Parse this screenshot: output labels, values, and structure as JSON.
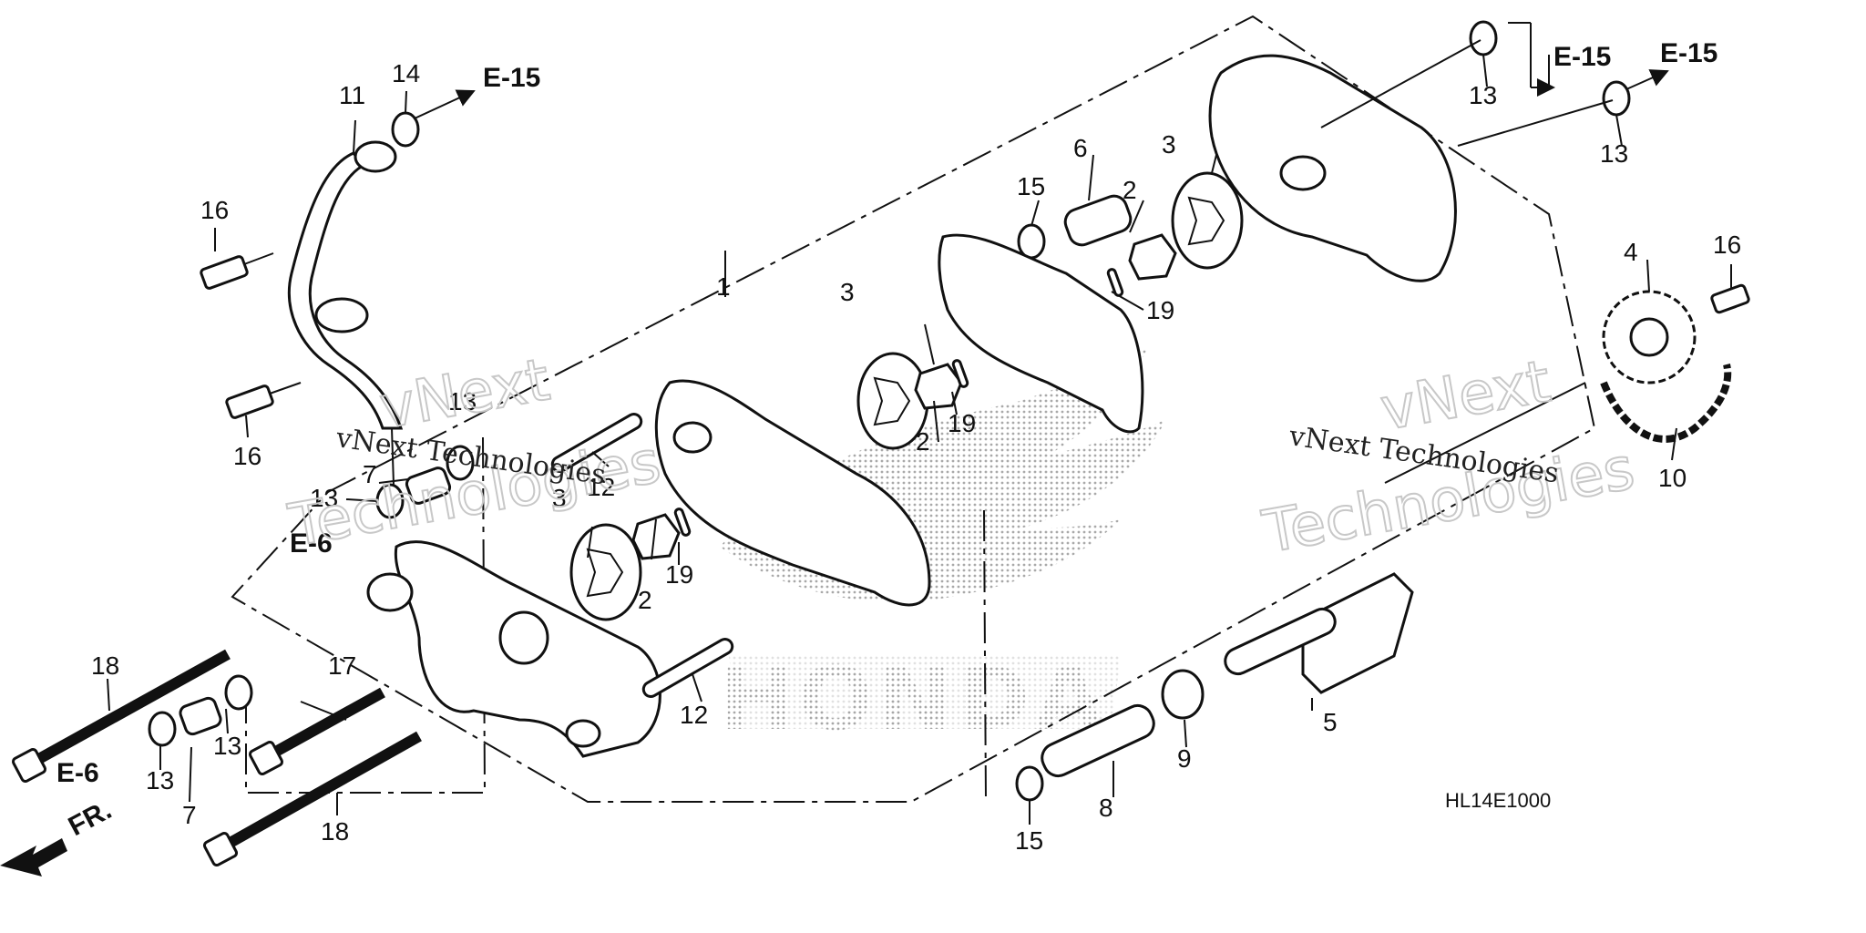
{
  "diagram": {
    "figure_code": "HL14E1000",
    "front_marker": "FR.",
    "watermark": {
      "brand": "HONDA",
      "line1": "vNext",
      "line2": "Technologies",
      "inline": "vNext Technologies"
    },
    "references": [
      "E-15",
      "E-15",
      "E-15",
      "E-6",
      "E-6"
    ],
    "callouts": [
      "1",
      "2",
      "2",
      "2",
      "3",
      "3",
      "3",
      "4",
      "5",
      "6",
      "7",
      "7",
      "8",
      "9",
      "10",
      "11",
      "12",
      "12",
      "13",
      "13",
      "13",
      "13",
      "13",
      "13",
      "14",
      "15",
      "15",
      "16",
      "16",
      "16",
      "17",
      "18",
      "18",
      "19",
      "19",
      "19"
    ]
  }
}
